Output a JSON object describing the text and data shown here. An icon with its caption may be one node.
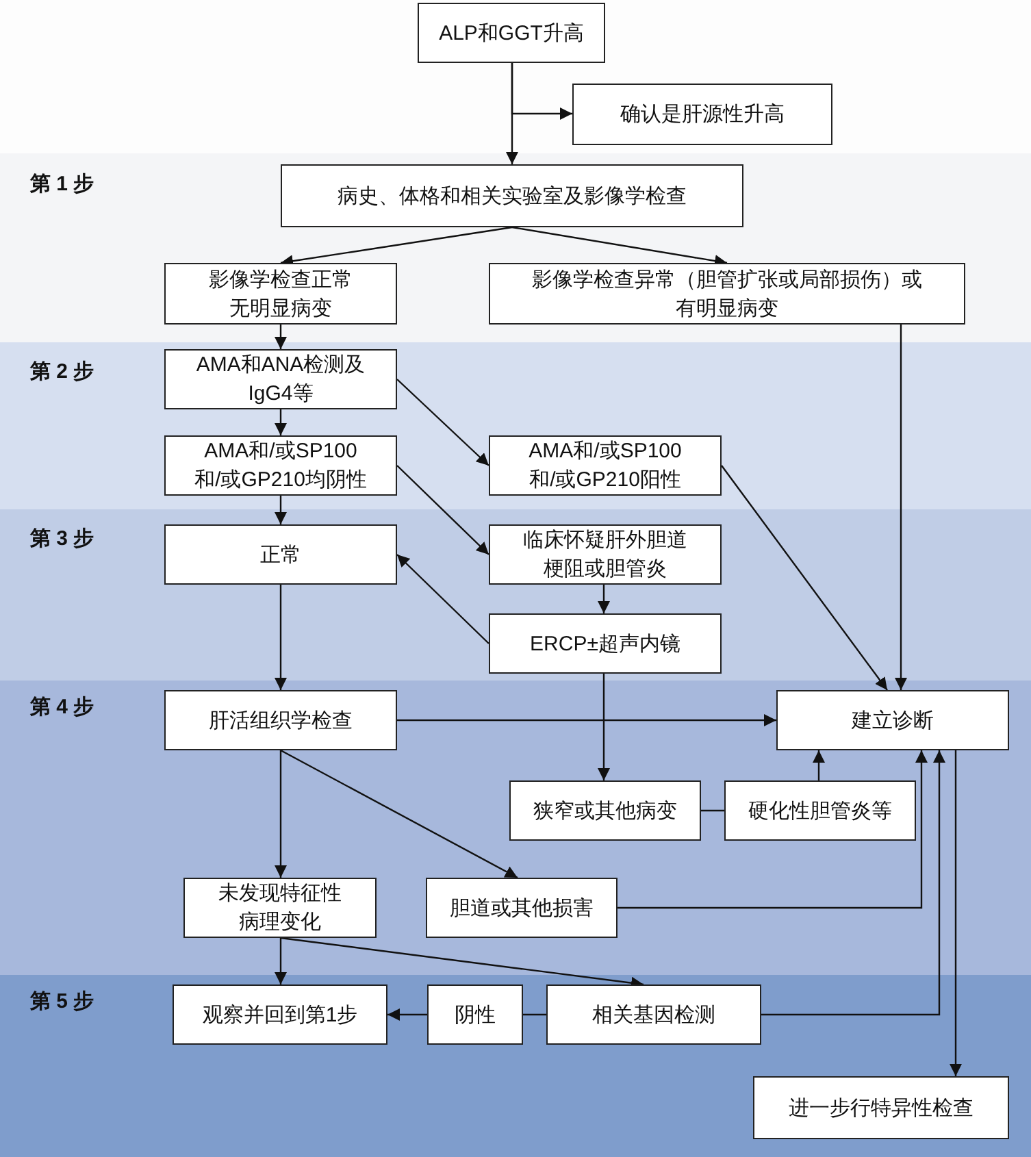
{
  "diagram": {
    "nodes": [
      {
        "text": [
          "ALP和GGT升高"
        ]
      },
      {
        "text": [
          "确认是肝源性升高"
        ]
      },
      {
        "text": [
          "病史、体格和相关实验室及影像学检查"
        ]
      },
      {
        "text": [
          "影像学检查正常无明显病变"
        ]
      },
      {
        "text": [
          "影像学检查异常（胆管扩张或局部损伤）或有明显病变"
        ]
      },
      {
        "text": [
          "AMA和ANA检测及IgG4等"
        ]
      },
      {
        "text": [
          "AMA和/或SP100和/或GP210均阴性"
        ]
      },
      {
        "text": [
          "AMA和/或SP100和/或GP210阳性"
        ]
      },
      {
        "text": [
          "正常"
        ]
      },
      {
        "text": [
          "临床怀疑肝外胆道梗阻或胆管炎"
        ]
      },
      {
        "text": [
          "ERCP±超声内镜"
        ]
      },
      {
        "text": [
          "肝活组织学检查"
        ]
      },
      {
        "text": [
          "建立诊断"
        ]
      },
      {
        "text": [
          "狭窄或其他病变"
        ]
      },
      {
        "text": [
          "硬化性胆管炎等"
        ]
      },
      {
        "text": [
          "未发现特征性病理变化"
        ]
      },
      {
        "text": [
          "胆道或其他损害"
        ]
      },
      {
        "text": [
          "观察并回到第1步"
        ]
      },
      {
        "text": [
          "阴性"
        ]
      },
      {
        "text": [
          "相关基因检测"
        ]
      },
      {
        "text": [
          "进一步行特异性检查"
        ]
      }
    ],
    "edges": [
      {
        "from": 0,
        "to": 2,
        "arrow": "to"
      },
      {
        "from": 0,
        "to": 1,
        "arrow": "to"
      },
      {
        "from": 2,
        "to": 3,
        "arrow": "to"
      },
      {
        "from": 2,
        "to": 4,
        "arrow": "to"
      },
      {
        "from": 3,
        "to": 5,
        "arrow": "to"
      },
      {
        "from": 4,
        "to": 12,
        "arrow": "to"
      },
      {
        "from": 5,
        "to": 6,
        "arrow": "to"
      },
      {
        "from": 5,
        "to": 7,
        "arrow": "to"
      },
      {
        "from": 6,
        "to": 8,
        "arrow": "to"
      },
      {
        "from": 6,
        "to": 9,
        "arrow": "to"
      },
      {
        "from": 7,
        "to": 12,
        "arrow": "to"
      },
      {
        "from": 9,
        "to": 10,
        "arrow": "to"
      },
      {
        "from": 10,
        "to": 8,
        "arrow": "to"
      },
      {
        "from": 8,
        "to": 11,
        "arrow": "to"
      },
      {
        "from": 10,
        "to": 13,
        "arrow": "to"
      },
      {
        "from": 11,
        "to": 12,
        "arrow": "to"
      },
      {
        "from": 14,
        "to": 12,
        "arrow": "to"
      },
      {
        "from": 13,
        "to": 14,
        "arrow": "none"
      },
      {
        "from": 11,
        "to": 15,
        "arrow": "to"
      },
      {
        "from": 11,
        "to": 16,
        "arrow": "to"
      },
      {
        "from": 16,
        "to": 12,
        "arrow": "to"
      },
      {
        "from": 15,
        "to": 17,
        "arrow": "to"
      },
      {
        "from": 15,
        "to": 19,
        "arrow": "to"
      },
      {
        "from": 19,
        "to": 18,
        "arrow": "none"
      },
      {
        "from": 18,
        "to": 17,
        "arrow": "to"
      },
      {
        "from": 19,
        "to": 12,
        "arrow": "to"
      },
      {
        "from": 12,
        "to": 20,
        "arrow": "to"
      }
    ],
    "labels": [
      "第 1 步",
      "第 2 步",
      "第 3 步",
      "第 4 步",
      "第 5 步"
    ]
  }
}
